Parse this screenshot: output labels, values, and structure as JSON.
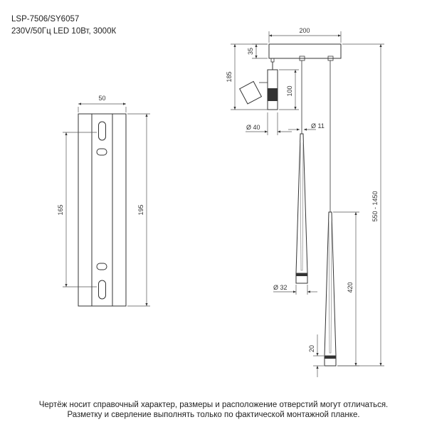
{
  "header": {
    "model": "LSP-7506/SY6057",
    "specs": "230V/50Гц  LED 10Вт, 3000К"
  },
  "mount_plate": {
    "width": "50",
    "hole_spacing": "165",
    "length": "195"
  },
  "pendant": {
    "canopy_width": "200",
    "canopy_height": "35",
    "spot_height": "100",
    "spot_reach": "185",
    "spot_diameter": "Ø 40",
    "cable_diameter": "Ø 11",
    "cone_diameter": "Ø 32",
    "cone_length": "420",
    "tip_length": "20",
    "total_height": "550 - 1450"
  },
  "footer": {
    "line1": "Чертёж носит справочный характер, размеры и расположение отверстий могут отличаться.",
    "line2": "Разметку и сверление выполнять только по фактической монтажной планке."
  }
}
